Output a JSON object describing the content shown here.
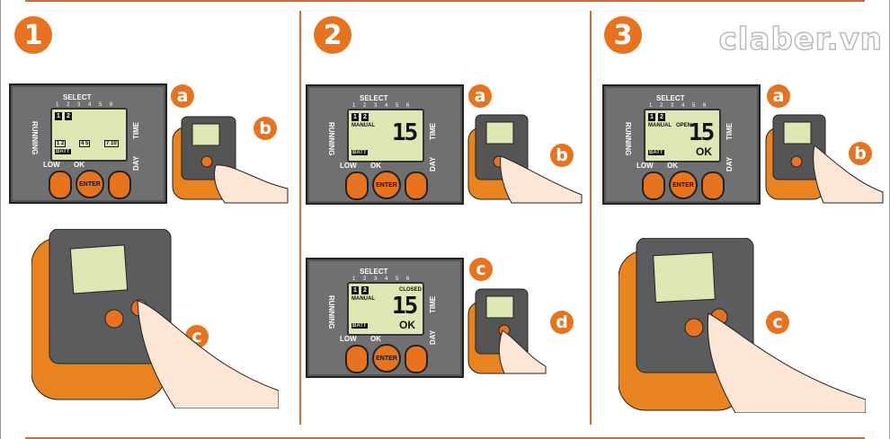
{
  "brand": {
    "logo_text": "claber.vn",
    "accent": "#e8731f"
  },
  "steps": [
    "1",
    "2",
    "3"
  ],
  "badges": {
    "a": "a",
    "b": "b",
    "c": "c",
    "d": "d"
  },
  "panel_labels": {
    "select": "SELECT",
    "running": "RUNNING",
    "time": "TIME",
    "day": "DAY",
    "low": "LOW",
    "ok": "OK",
    "enter": "ENTER"
  },
  "digits": [
    "1",
    "2",
    "3",
    "4",
    "5",
    "6"
  ],
  "lcd": {
    "step1": {
      "boxes": [
        "1",
        "2"
      ],
      "slots": [
        "1 2",
        "4 5",
        "7 10"
      ],
      "batt": "BATT"
    },
    "step2a": {
      "boxes": [
        "1",
        "2"
      ],
      "mode": "MANUAL",
      "value": "15",
      "batt": "BATT"
    },
    "step2c": {
      "boxes": [
        "1",
        "2"
      ],
      "mode": "MANUAL",
      "state": "CLOSED",
      "value": "15",
      "ok": "OK",
      "batt": "BATT"
    },
    "step3a": {
      "boxes": [
        "1",
        "2"
      ],
      "mode": "MANUAL",
      "state": "OPEN",
      "value": "15",
      "ok": "OK",
      "batt": "BATT"
    }
  }
}
